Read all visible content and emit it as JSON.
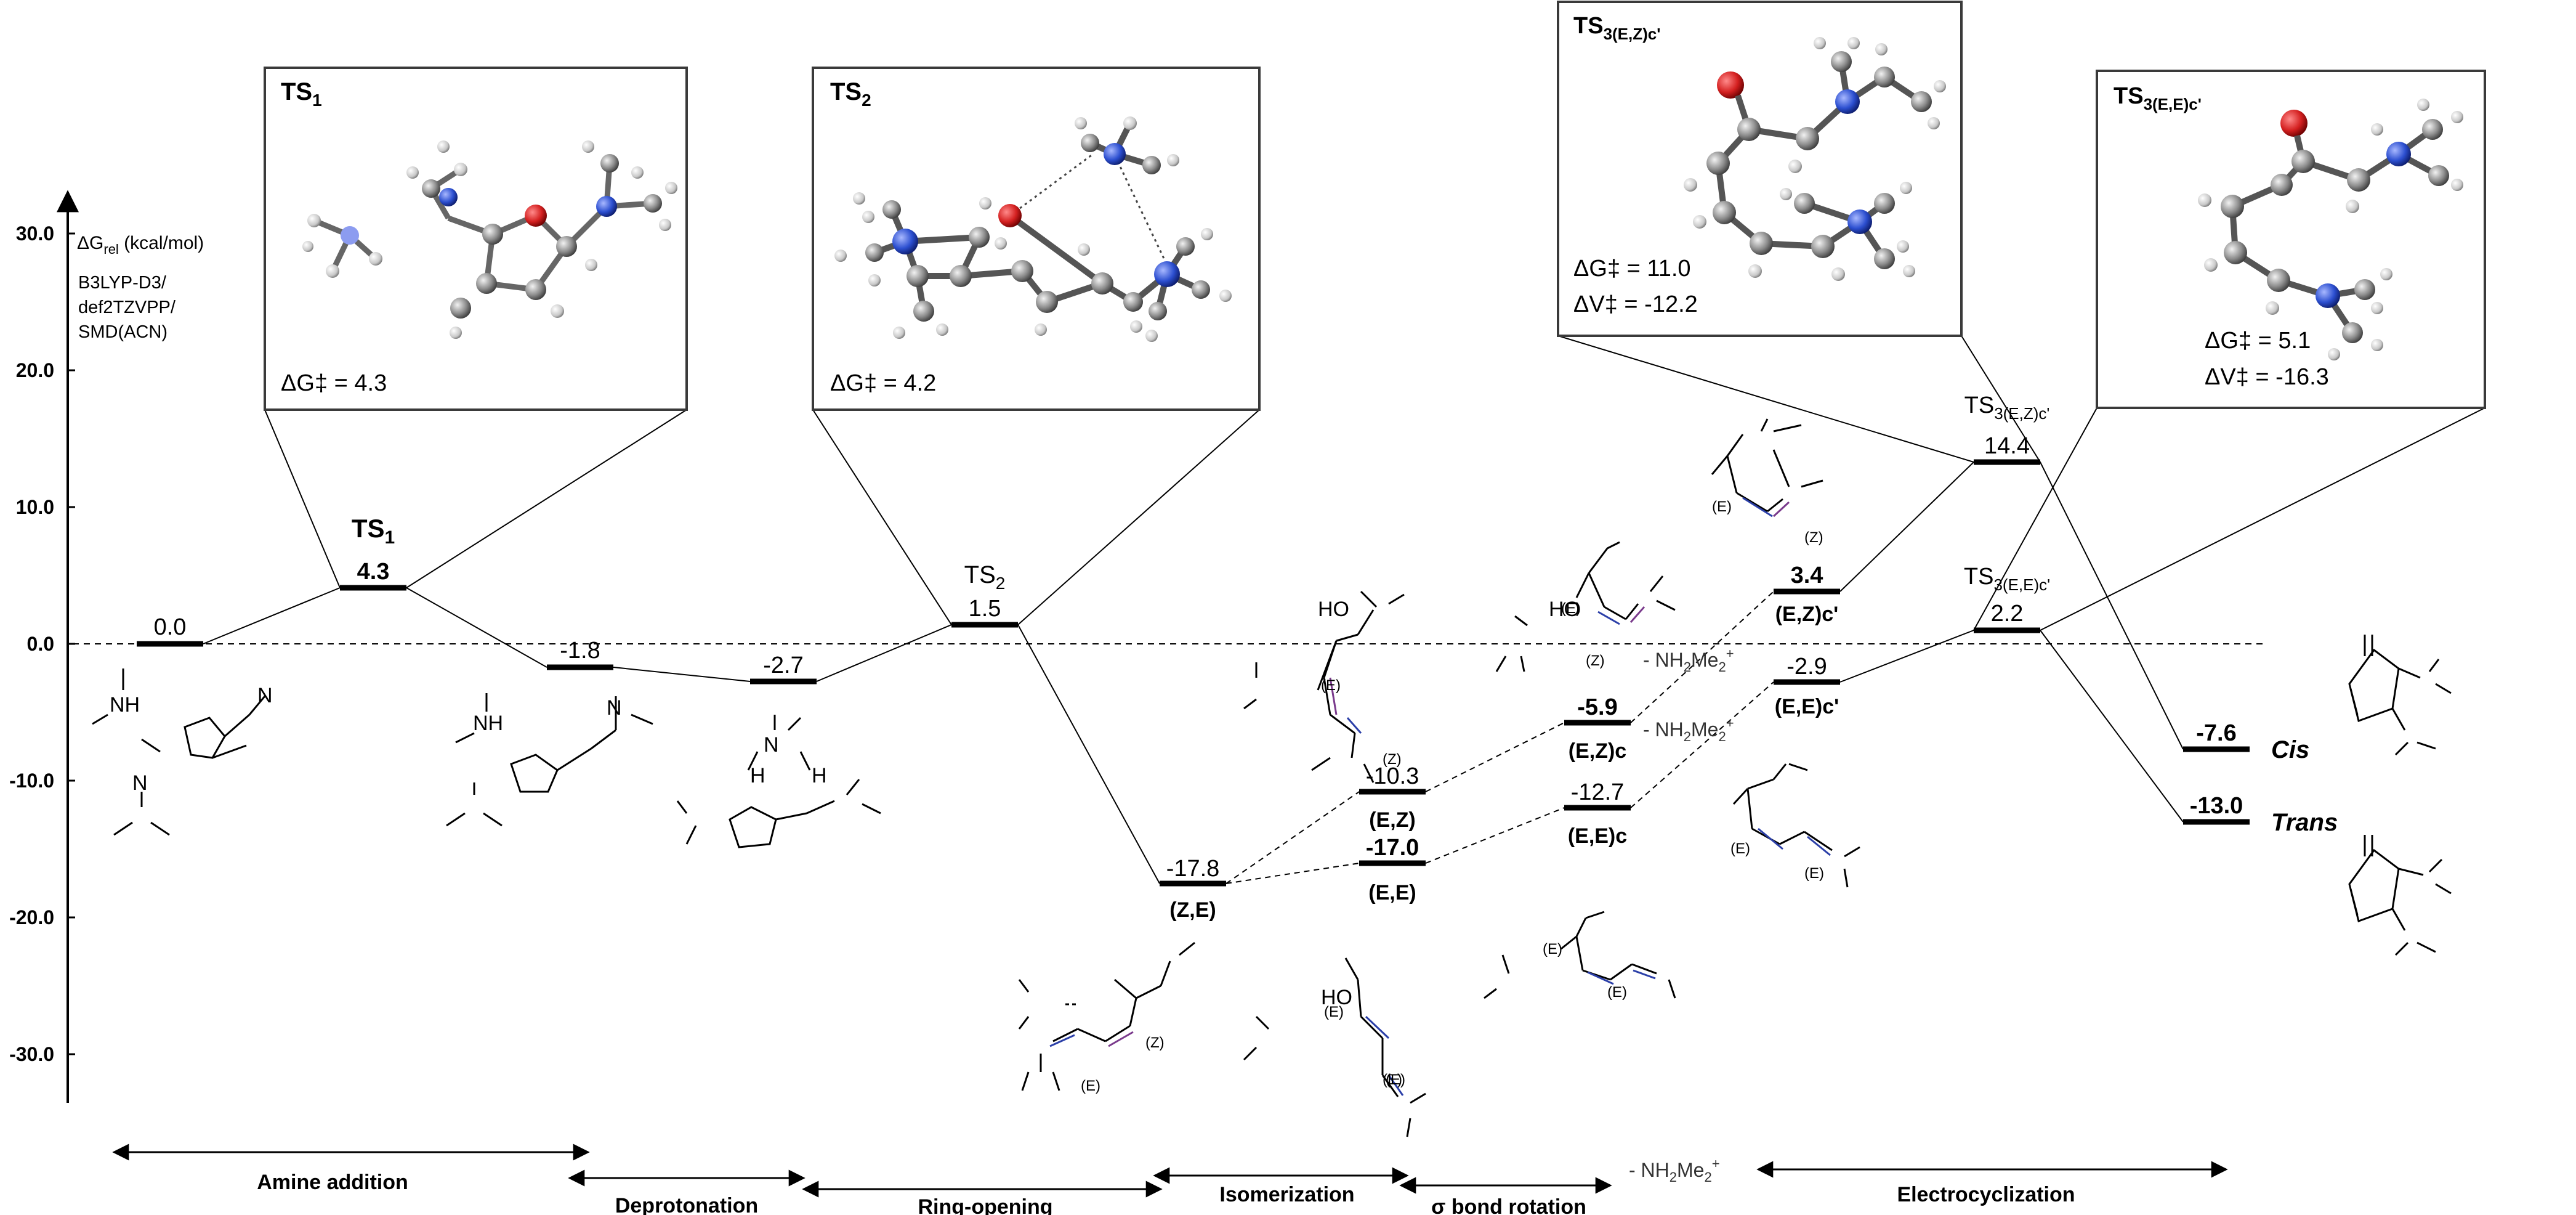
{
  "axis": {
    "ylabel_main": "ΔG",
    "ylabel_sub": "rel",
    "ylabel_unit": " (kcal/mol)",
    "method": [
      "B3LYP-D3/",
      "def2TZVPP/",
      "SMD(ACN)"
    ],
    "ticks": [
      "30.0",
      "20.0",
      "10.0",
      "0.0",
      "-10.0",
      "-20.0",
      "-30.0"
    ],
    "tick_values": [
      30,
      20,
      10,
      0,
      -10,
      -20,
      -30
    ]
  },
  "levels": [
    {
      "value": "0.0",
      "label": "",
      "bold": false
    },
    {
      "value": "4.3",
      "label": "TS",
      "sub": "1",
      "bold": true
    },
    {
      "value": "-1.8",
      "label": "",
      "bold": false
    },
    {
      "value": "-2.7",
      "label": "",
      "bold": false
    },
    {
      "value": "1.5",
      "label": "TS",
      "sub": "2",
      "bold": false
    },
    {
      "value": "-17.8",
      "label": "(Z,E)",
      "bold": false
    },
    {
      "value": "-10.3",
      "label": "(E,Z)",
      "bold": false
    },
    {
      "value": "-17.0",
      "label": "(E,E)",
      "bold": true
    },
    {
      "value": "-5.9",
      "label": "(E,Z)c",
      "bold": true
    },
    {
      "value": "-12.7",
      "label": "(E,E)c",
      "bold": false
    },
    {
      "value": "3.4",
      "label": "(E,Z)c'",
      "bold": true
    },
    {
      "value": "-2.9",
      "label": "(E,E)c'",
      "bold": false
    },
    {
      "value": "14.4",
      "label": "TS",
      "sub": "3(E,Z)c'",
      "bold": false
    },
    {
      "value": "2.2",
      "label": "TS",
      "sub": "3(E,E)c'",
      "bold": false
    },
    {
      "value": "-7.6",
      "label": "Cis",
      "bold": true
    },
    {
      "value": "-13.0",
      "label": "Trans",
      "bold": true
    }
  ],
  "insets": [
    {
      "title": "TS",
      "sub": "1",
      "lines": [
        "ΔG‡ = 4.3"
      ]
    },
    {
      "title": "TS",
      "sub": "2",
      "lines": [
        "ΔG‡ = 4.2"
      ]
    },
    {
      "title": "TS",
      "sub": "3(E,Z)c'",
      "lines": [
        "ΔG‡ = 11.0",
        "ΔV‡ = -12.2"
      ]
    },
    {
      "title": "TS",
      "sub": "3(E,E)c'",
      "lines": [
        "ΔG‡ = 5.1",
        "ΔV‡ = -16.3"
      ]
    }
  ],
  "steps": [
    "Amine addition",
    "Deprotonation",
    "Ring-opening",
    "Isomerization",
    "σ bond rotation",
    "Electrocyclization"
  ],
  "losses": {
    "sign": "- NH",
    "sub": "2",
    "rest": "Me",
    "sub2": "2",
    "sup": "+"
  },
  "structure_labels": {
    "s1_nh": "NH",
    "s1_nplus": "N",
    "s1_nh2": "N",
    "s2_nh": "NH",
    "s2_n": "N",
    "s3_nh": "N",
    "s3_h": "H",
    "s3_h2": "H",
    "s4_oh": "HO",
    "s4_z": "(Z)",
    "s4_e": "(E)",
    "s5_oh": "HO",
    "s5_e1": "(E)",
    "s5_e2": "(E)",
    "s6_z": "(Z)",
    "s7_oh": "HO",
    "s7_z": "(Z)",
    "s7_e": "(E)",
    "s8_e": "(E)",
    "s8_e2": "(E)",
    "s9_e": "(E)",
    "s9_z": "(Z)",
    "s10_e": "(E)",
    "s10_e2": "(E)",
    "s11_e": "(E)",
    "s11_e2": "(E)"
  },
  "colors": {
    "line": "#000000",
    "bond_purple": "#7a3a8c",
    "bond_blue": "#2b3fa8",
    "atom_red": "#d42020",
    "atom_blue": "#2c4fd0",
    "atom_gray": "#8c8c8c"
  }
}
